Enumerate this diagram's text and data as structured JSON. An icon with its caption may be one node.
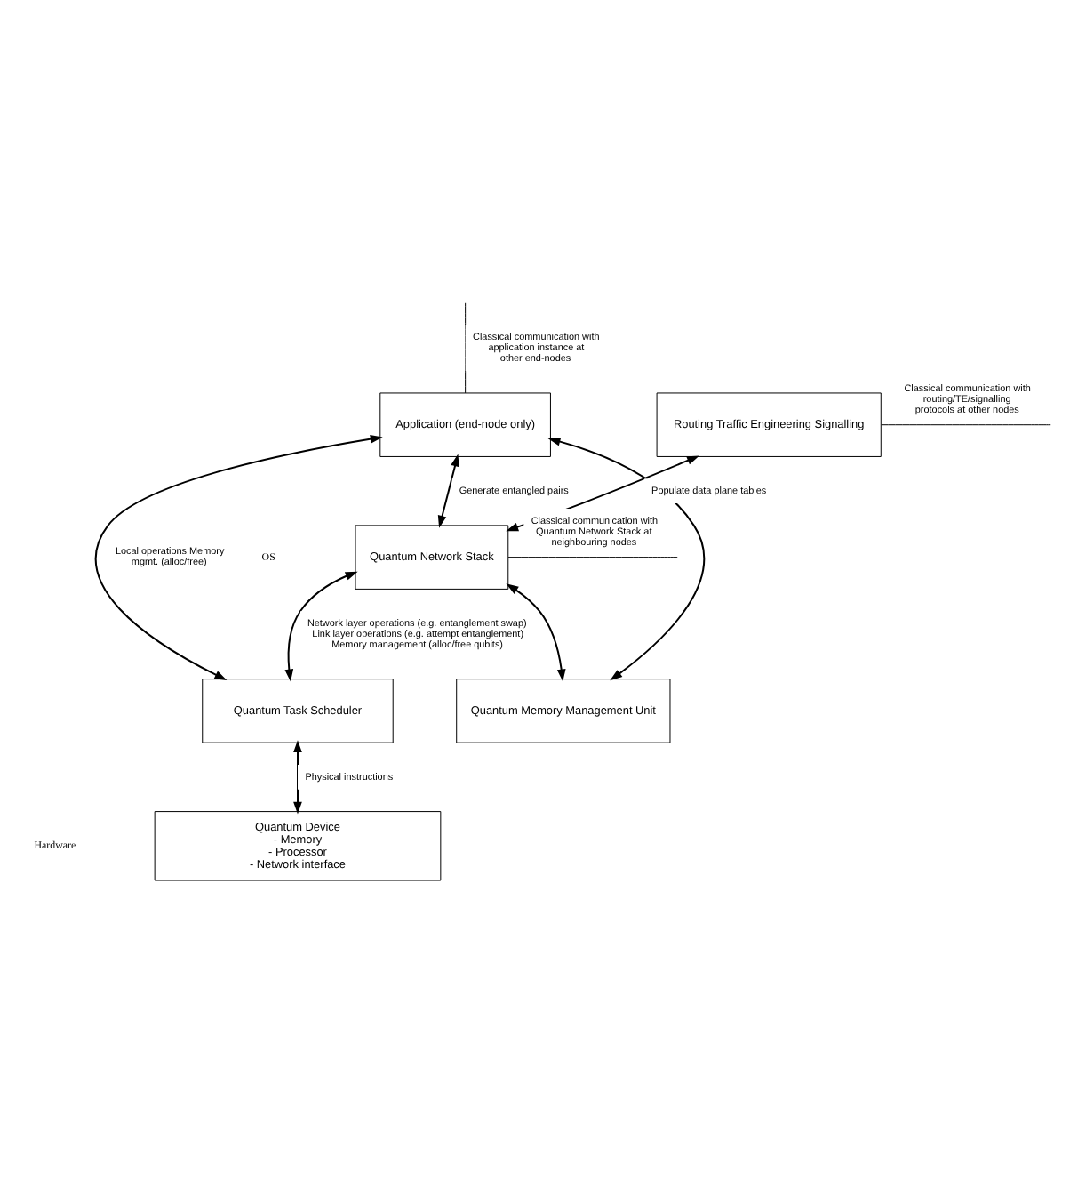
{
  "diagram": {
    "nodes": [
      {
        "text": [
          "Application (end-node only)"
        ]
      },
      {
        "text": [
          "Routing Traffic Engineering Signalling"
        ]
      },
      {
        "text": [
          "Quantum Network Stack"
        ]
      },
      {
        "text": [
          "Quantum Task Scheduler"
        ]
      },
      {
        "text": [
          "Quantum Memory Management Unit"
        ]
      },
      {
        "text": [
          "Quantum Device",
          "- Memory",
          "- Processor",
          "- Network interface"
        ]
      }
    ],
    "edges": [
      {
        "from": 0,
        "to": null,
        "arrow": "none",
        "label": "Classical communication with application instance at other end-nodes"
      },
      {
        "from": 1,
        "to": null,
        "arrow": "none",
        "label": "Classical communication with routing/TE/signalling protocols at other nodes"
      },
      {
        "from": 2,
        "to": null,
        "arrow": "none",
        "label": "Classical communication with Quantum Network Stack at neighbouring nodes"
      },
      {
        "from": 0,
        "to": 2,
        "arrow": "both",
        "label": "Generate entangled pairs"
      },
      {
        "from": 1,
        "to": 2,
        "arrow": "both",
        "label": "Populate data plane tables"
      },
      {
        "from": 0,
        "to": 3,
        "arrow": "both",
        "label": "Local operations Memory mgmt. (alloc/free)"
      },
      {
        "from": 0,
        "to": 4,
        "arrow": "both"
      },
      {
        "from": 2,
        "to": 3,
        "arrow": "both",
        "label": "Network layer operations (e.g. entanglement swap) Link layer operations (e.g. attempt entanglement) Memory management (alloc/free qubits)"
      },
      {
        "from": 2,
        "to": 4,
        "arrow": "both"
      },
      {
        "from": 3,
        "to": 5,
        "arrow": "both",
        "label": "Physical instructions"
      }
    ],
    "labels": [
      "OS",
      "Hardware"
    ]
  }
}
